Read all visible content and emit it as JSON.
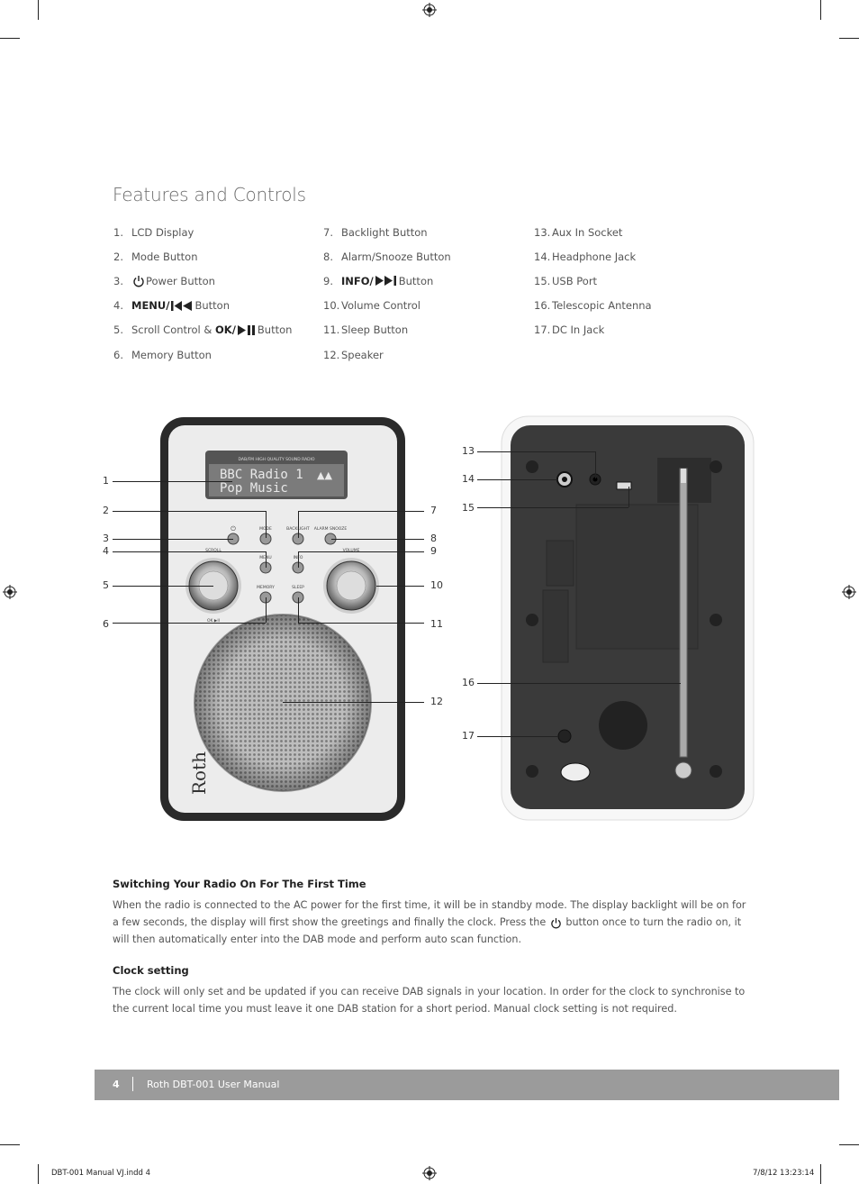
{
  "heading": "Features and Controls",
  "features": {
    "col1": [
      {
        "num": "1.",
        "label": "LCD Display"
      },
      {
        "num": "2.",
        "label": "Mode Button"
      },
      {
        "num": "3.",
        "label": "Power Button",
        "icon": "power-icon"
      },
      {
        "num": "4.",
        "bold": "MENU/",
        "icon": "skip-back-icon",
        "label": "Button"
      },
      {
        "num": "5.",
        "label_pre": "Scroll Control &",
        "bold": "OK/",
        "icon": "play-pause-icon",
        "label": "Button"
      },
      {
        "num": "6.",
        "label": "Memory Button"
      }
    ],
    "col2": [
      {
        "num": "7.",
        "label": "Backlight Button"
      },
      {
        "num": "8.",
        "label": "Alarm/Snooze Button"
      },
      {
        "num": "9.",
        "bold": "INFO/",
        "icon": "skip-forward-icon",
        "label": "Button"
      },
      {
        "num": "10.",
        "label": "Volume Control"
      },
      {
        "num": "11.",
        "label": "Sleep Button"
      },
      {
        "num": "12.",
        "label": "Speaker"
      }
    ],
    "col3": [
      {
        "num": "13.",
        "label": "Aux In Socket"
      },
      {
        "num": "14.",
        "label": "Headphone Jack"
      },
      {
        "num": "15.",
        "label": "USB Port"
      },
      {
        "num": "16.",
        "label": "Telescopic Antenna"
      },
      {
        "num": "17.",
        "label": "DC In Jack"
      }
    ]
  },
  "radio_front": {
    "header_text": "DAB/FM HIGH QUALITY SOUND RADIO",
    "lcd_line1": "BBC Radio 1",
    "lcd_line2": "Pop Music",
    "btn_mode": "MODE",
    "btn_backlight": "BACKLIGHT",
    "btn_alarm": "ALARM SNOOZE",
    "btn_menu": "MENU",
    "btn_info": "INFO",
    "btn_memory": "MEMORY",
    "btn_sleep": "SLEEP",
    "knob_scroll": "SCROLL",
    "knob_volume": "VOLUME",
    "knob_ok": "OK ▶II",
    "brand": "Roth"
  },
  "callouts_front_left": [
    "1",
    "2",
    "3",
    "4",
    "5",
    "6"
  ],
  "callouts_front_right": [
    "7",
    "8",
    "9",
    "10",
    "11",
    "12"
  ],
  "callouts_back": [
    "13",
    "14",
    "15",
    "16",
    "17"
  ],
  "section1": {
    "heading": "Switching Your Radio On For The First Time",
    "text_a": "When the radio is connected to the AC power for the first time, it will be in standby mode. The display backlight will be on for a few seconds, the display will first show the greetings and finally the clock. Press the",
    "text_b": "button once to turn the radio on, it will then automatically enter into the DAB mode and perform auto scan function."
  },
  "section2": {
    "heading": "Clock setting",
    "text": "The clock will only set and be updated if you can receive DAB signals in your location. In order for the clock to synchronise to the current local time you must leave it one DAB station for a short period. Manual clock setting is not required."
  },
  "footer": {
    "page": "4",
    "title": "Roth DBT-001 User Manual"
  },
  "slug": {
    "file": "DBT-001 Manual VJ.indd   4",
    "date": "7/8/12   13:23:14"
  },
  "colors": {
    "footer_bar": "#9b9b9b",
    "heading_gray": "#6a6a6a"
  }
}
